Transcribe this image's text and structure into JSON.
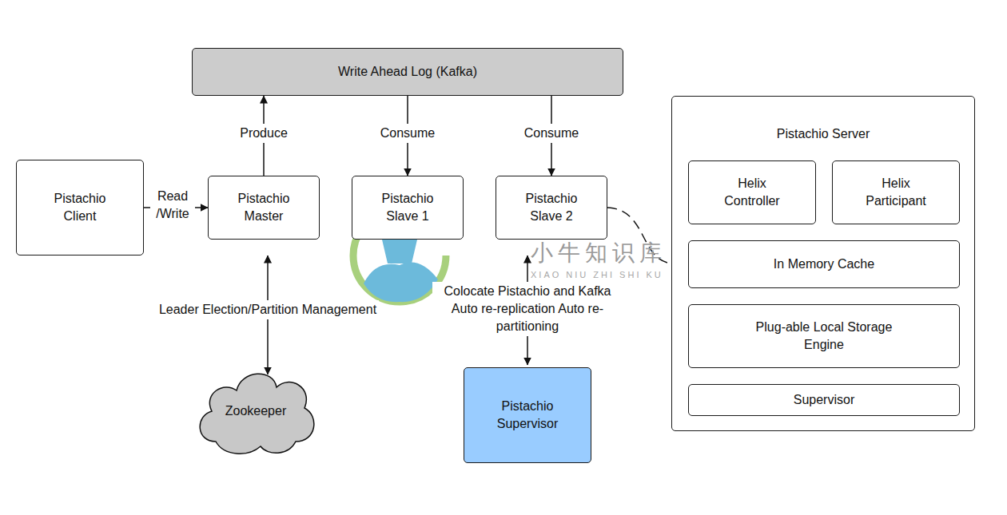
{
  "diagram": {
    "nodes": [
      {
        "text": [
          "Write Ahead Log (Kafka)"
        ]
      },
      {
        "text": [
          "Pistachio Client"
        ]
      },
      {
        "text": [
          "Pistachio Master"
        ]
      },
      {
        "text": [
          "Pistachio Slave 1"
        ]
      },
      {
        "text": [
          "Pistachio Slave 2"
        ]
      },
      {
        "text": [
          "Pistachio Server"
        ]
      },
      {
        "text": [
          "Helix Controller"
        ],
        "in": 5
      },
      {
        "text": [
          "Helix Participant"
        ],
        "in": 5
      },
      {
        "text": [
          "In Memory Cache"
        ],
        "in": 5
      },
      {
        "text": [
          "Plug-able Local Storage Engine"
        ],
        "in": 5
      },
      {
        "text": [
          "Supervisor"
        ],
        "in": 5
      },
      {
        "text": [
          "Zookeeper"
        ]
      },
      {
        "text": [
          "Pistachio Supervisor"
        ]
      }
    ],
    "edges": [
      {
        "from": 2,
        "to": 0,
        "label": "Produce",
        "arrow": "to"
      },
      {
        "from": 0,
        "to": 3,
        "label": "Consume",
        "arrow": "to"
      },
      {
        "from": 0,
        "to": 4,
        "label": "Consume",
        "arrow": "to"
      },
      {
        "from": 1,
        "to": 2,
        "label": "Read /Write",
        "arrow": "to"
      },
      {
        "from": 2,
        "to": 11,
        "label": "Leader Election/Partition Management",
        "arrow": "both"
      },
      {
        "from": 4,
        "to": 12,
        "label": "Colocate Pistachio and Kafka Auto re-replication Auto re-partitioning",
        "arrow": "both"
      },
      {
        "from": 4,
        "to": 5,
        "arrow": "none"
      }
    ],
    "labels": [
      "小牛知识库",
      "XIAO NIU ZHI SHI KU"
    ]
  }
}
